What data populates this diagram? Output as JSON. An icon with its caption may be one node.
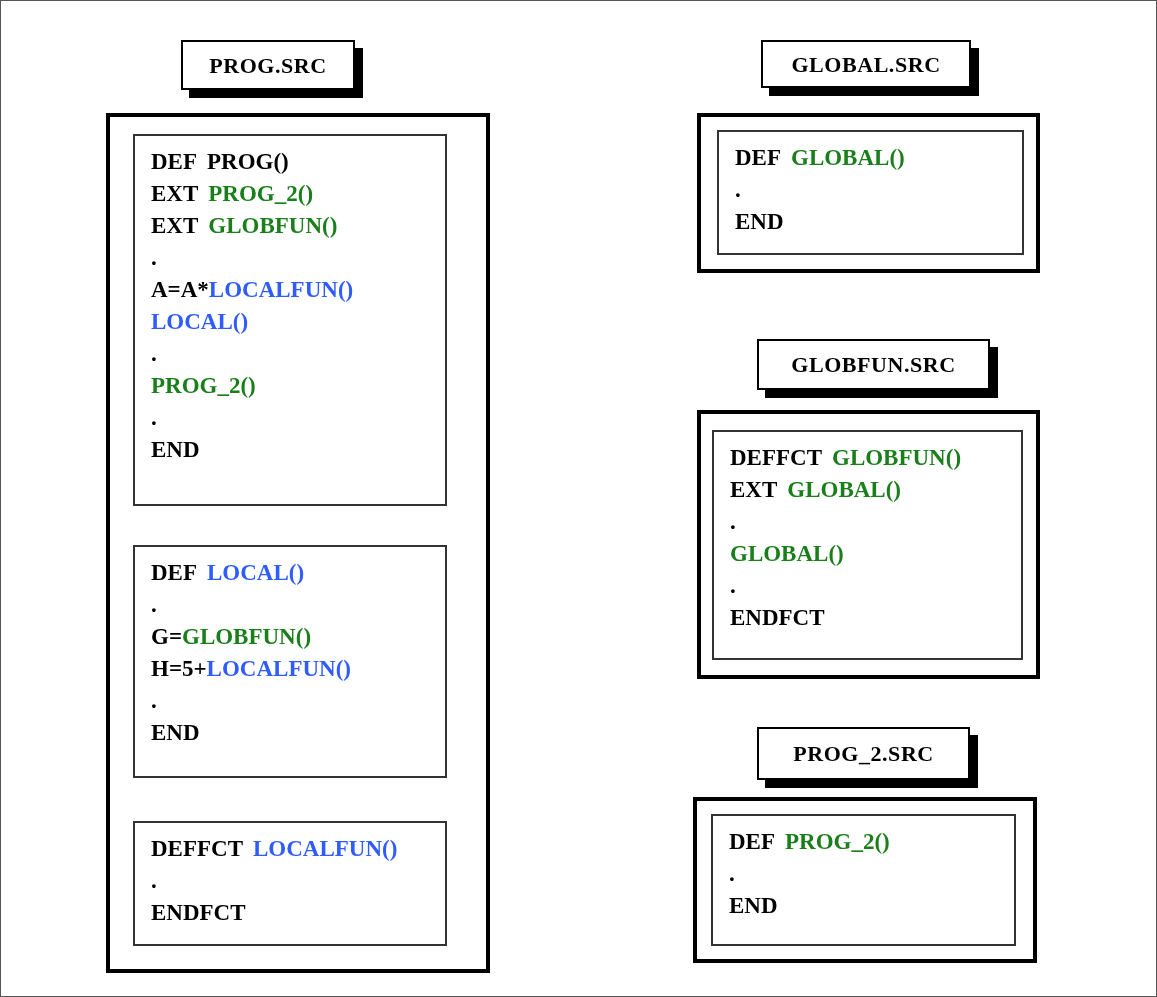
{
  "diagram": {
    "nodes": [
      {
        "text": [
          "PROG.SRC"
        ]
      },
      {
        "text": [],
        "shape": "box"
      },
      {
        "text": [
          "DEF",
          "PROG()",
          "EXT",
          "PROG_2()",
          "EXT",
          "GLOBFUN()",
          ".",
          "A=A*",
          "LOCALFUN()",
          "LOCAL()",
          ".",
          "PROG_2()",
          ".",
          "END"
        ],
        "in": 1
      },
      {
        "text": [
          "DEF",
          "LOCAL()",
          ".",
          "G=",
          "GLOBFUN()",
          "H=5+",
          "LOCALFUN()",
          ".",
          "END"
        ],
        "in": 1
      },
      {
        "text": [
          "DEFFCT",
          "LOCALFUN()",
          ".",
          "ENDFCT"
        ],
        "in": 1
      },
      {
        "text": [
          "GLOBAL.SRC"
        ]
      },
      {
        "text": [],
        "shape": "box"
      },
      {
        "text": [
          "DEF",
          "GLOBAL()",
          ".",
          "END"
        ],
        "in": 6
      },
      {
        "text": [
          "GLOBFUN.SRC"
        ]
      },
      {
        "text": [],
        "shape": "box"
      },
      {
        "text": [
          "DEFFCT",
          "GLOBFUN()",
          "EXT",
          "GLOBAL()",
          ".",
          "GLOBAL()",
          ".",
          "ENDFCT"
        ],
        "in": 9
      },
      {
        "text": [
          "PROG_2.SRC"
        ]
      },
      {
        "text": [],
        "shape": "box"
      },
      {
        "text": [
          "DEF",
          "PROG_2()",
          ".",
          "END"
        ],
        "in": 12
      }
    ],
    "edges": []
  }
}
